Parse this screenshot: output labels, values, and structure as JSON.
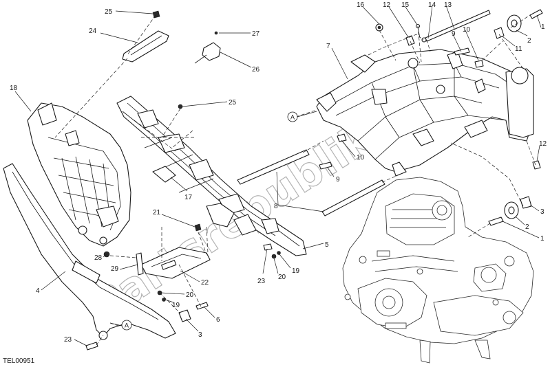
{
  "diagram_code": "TEL00951",
  "watermark_text": "Partsrepublik",
  "reference_marker": "A",
  "callouts": [
    {
      "id": "c25a",
      "label": "25"
    },
    {
      "id": "c24",
      "label": "24"
    },
    {
      "id": "c27",
      "label": "27"
    },
    {
      "id": "c26",
      "label": "26"
    },
    {
      "id": "c18",
      "label": "18"
    },
    {
      "id": "c25b",
      "label": "25"
    },
    {
      "id": "c17",
      "label": "17"
    },
    {
      "id": "c21",
      "label": "21"
    },
    {
      "id": "c22",
      "label": "22"
    },
    {
      "id": "c28",
      "label": "28"
    },
    {
      "id": "c29",
      "label": "29"
    },
    {
      "id": "c20a",
      "label": "20"
    },
    {
      "id": "c19a",
      "label": "19"
    },
    {
      "id": "c6",
      "label": "6"
    },
    {
      "id": "c3a",
      "label": "3"
    },
    {
      "id": "c4",
      "label": "4"
    },
    {
      "id": "c23a",
      "label": "23"
    },
    {
      "id": "c23b",
      "label": "23"
    },
    {
      "id": "c20b",
      "label": "20"
    },
    {
      "id": "c19b",
      "label": "19"
    },
    {
      "id": "c5",
      "label": "5"
    },
    {
      "id": "c16",
      "label": "16"
    },
    {
      "id": "c12a",
      "label": "12"
    },
    {
      "id": "c15",
      "label": "15"
    },
    {
      "id": "c14",
      "label": "14"
    },
    {
      "id": "c13",
      "label": "13"
    },
    {
      "id": "c1a",
      "label": "1"
    },
    {
      "id": "c2a",
      "label": "2"
    },
    {
      "id": "c11",
      "label": "11"
    },
    {
      "id": "c10a",
      "label": "10"
    },
    {
      "id": "c9a",
      "label": "9"
    },
    {
      "id": "c7",
      "label": "7"
    },
    {
      "id": "c10b",
      "label": "10"
    },
    {
      "id": "c9b",
      "label": "9"
    },
    {
      "id": "c8",
      "label": "8"
    },
    {
      "id": "c12b",
      "label": "12"
    },
    {
      "id": "c3b",
      "label": "3"
    },
    {
      "id": "c2b",
      "label": "2"
    },
    {
      "id": "c1b",
      "label": "1"
    }
  ]
}
